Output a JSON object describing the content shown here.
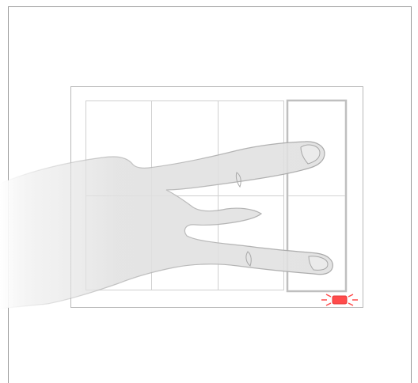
{
  "scene": {
    "grid_columns": 4,
    "grid_rows": 2,
    "highlighted_column_index": 3,
    "gesture": "two-finger-swipe",
    "indicator_led": {
      "state": "on",
      "color": "#ff4b4b"
    },
    "colors": {
      "outer_border": "#9a9a9a",
      "panel_border": "#b9b9b9",
      "grid_lines": "#cfcfcf",
      "highlight_column": "#bfbfbf",
      "hand_fill": "#e2e2e2",
      "hand_outline": "#a8a8a8"
    }
  }
}
